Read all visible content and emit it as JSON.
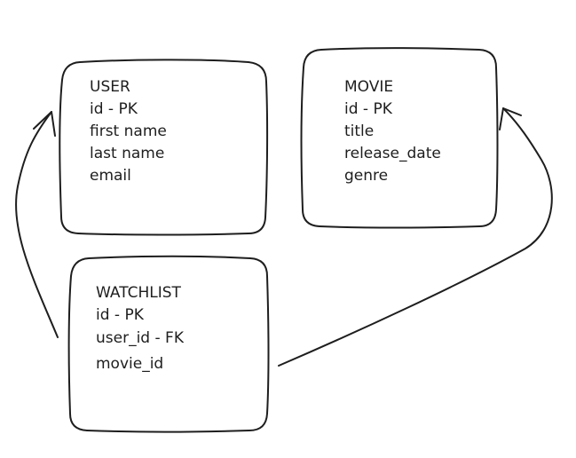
{
  "entities": {
    "user": {
      "title": "USER",
      "fields": [
        "id - PK",
        "first name",
        "last name",
        "email"
      ]
    },
    "movie": {
      "title": "MOVIE",
      "fields": [
        "id - PK",
        "title",
        "release_date",
        "genre"
      ]
    },
    "watchlist": {
      "title": "WATCHLIST",
      "fields": [
        "id - PK",
        "user_id - FK",
        "movie_id"
      ]
    }
  }
}
